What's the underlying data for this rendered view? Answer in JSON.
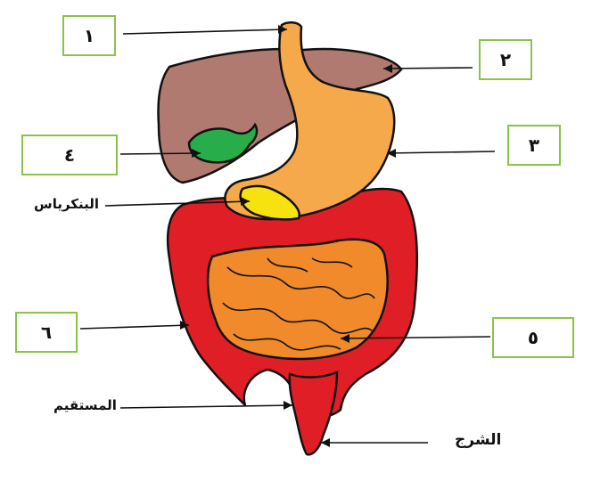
{
  "boxes": {
    "b1": "١",
    "b2": "٢",
    "b3": "٣",
    "b4": "٤",
    "b5": "٥",
    "b6": "٦"
  },
  "labels": {
    "pancreas": "البنكرياس",
    "rectum": "المستقيم",
    "anus": "الشرج"
  },
  "colors": {
    "liver": "#b07a70",
    "stomach": "#f5a94a",
    "gallbladder": "#27ae4a",
    "pancreas": "#f5e210",
    "large_intestine": "#e01e26",
    "small_intestine": "#f08a2a",
    "box_border": "#8bc34a"
  }
}
